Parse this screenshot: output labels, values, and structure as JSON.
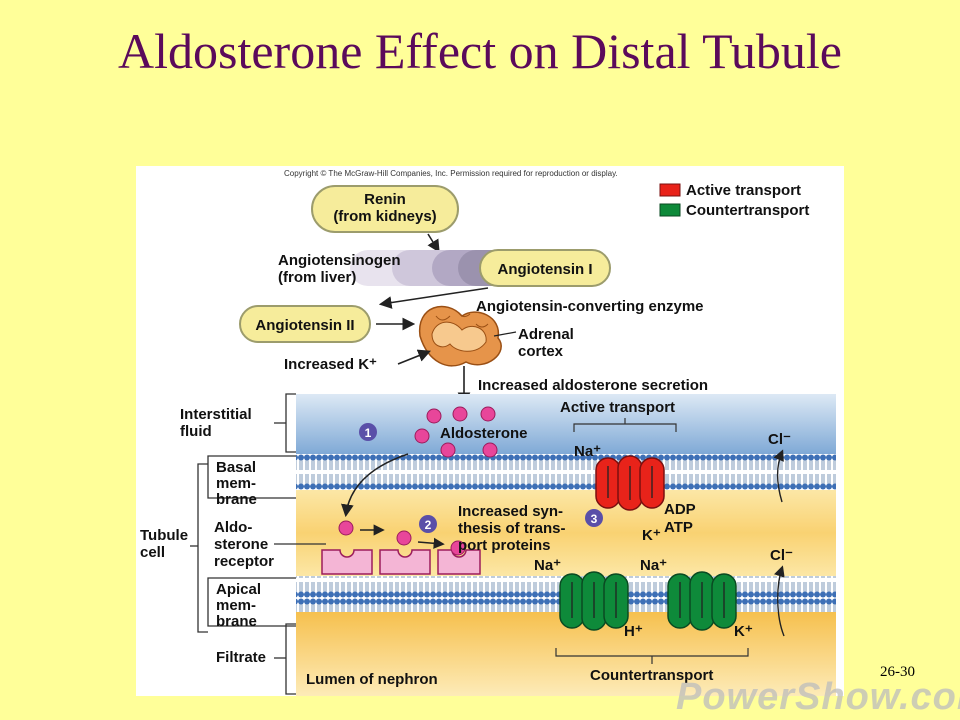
{
  "title": "Aldosterone Effect on Distal Tubule",
  "slide_number": "26-30",
  "watermark": "PowerShow.com",
  "figure": {
    "copyright": "Copyright © The McGraw-Hill Companies, Inc. Permission required for reproduction or display.",
    "legend": {
      "active": "Active transport",
      "counter": "Countertransport"
    },
    "renin_line1": "Renin",
    "renin_line2": "(from kidneys)",
    "angiotensinogen_line1": "Angiotensinogen",
    "angiotensinogen_line2": "(from liver)",
    "angiotensin_i": "Angiotensin I",
    "angiotensin_ii": "Angiotensin II",
    "ace": "Angiotensin-converting enzyme",
    "adrenal_line1": "Adrenal",
    "adrenal_line2": "cortex",
    "increased_k": "Increased K⁺",
    "aldosterone_secretion": "Increased aldosterone secretion",
    "interstitial_line1": "Interstitial",
    "interstitial_line2": "fluid",
    "aldosterone": "Aldosterone",
    "active_transport": "Active transport",
    "basal_line1": "Basal",
    "basal_line2": "mem-",
    "basal_line3": "brane",
    "tubule_line1": "Tubule",
    "tubule_line2": "cell",
    "receptor_line1": "Aldo-",
    "receptor_line2": "sterone",
    "receptor_line3": "receptor",
    "apical_line1": "Apical",
    "apical_line2": "mem-",
    "apical_line3": "brane",
    "filtrate": "Filtrate",
    "synthesis_line1": "Increased syn-",
    "synthesis_line2": "thesis of trans-",
    "synthesis_line3": "port proteins",
    "lumen": "Lumen of nephron",
    "countertransport": "Countertransport",
    "step1": "1",
    "step2": "2",
    "step3": "3",
    "na_top": "Na⁺",
    "adp": "ADP",
    "atp": "ATP",
    "k_top": "K⁺",
    "cl_top": "Cl⁻",
    "na_bottom_left": "Na⁺",
    "na_bottom_right": "Na⁺",
    "cl_bottom": "Cl⁻",
    "h_bottom": "H⁺",
    "k_bottom": "K⁺"
  },
  "colors": {
    "background": "#FFFF99",
    "title": "#5B0A5B",
    "active": "#E8231A",
    "counter": "#0E8A3A",
    "pill": "#F6EC9B",
    "membrane": "#3D6FB6",
    "aldosterone": "#E8469A"
  }
}
